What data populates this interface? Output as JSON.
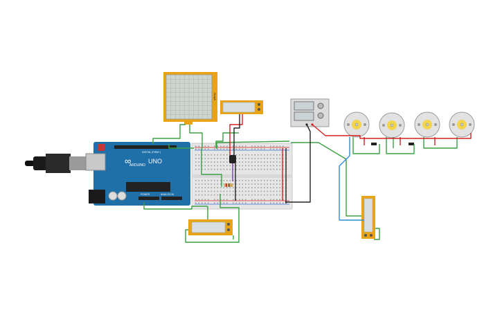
{
  "arduino": {
    "model": "UNO",
    "brand": "ARDUINO",
    "logo": "∞",
    "digital_header": "DIGITAL (PWM~)",
    "power_header": "POWER",
    "analog_header": "ANALOG IN",
    "board_color": "#1f6fa8"
  },
  "oscilloscope": {
    "side_label": "Graph"
  },
  "power_supply": {
    "display_top": "",
    "display_bottom": ""
  },
  "colors": {
    "wire_green": "#3aa043",
    "wire_red": "#d42020",
    "wire_black": "#222222",
    "wire_blue": "#2e8bd8",
    "module_yellow": "#e8a317",
    "motor_yellow": "#f3d54b"
  },
  "motors": {
    "count": 4
  }
}
